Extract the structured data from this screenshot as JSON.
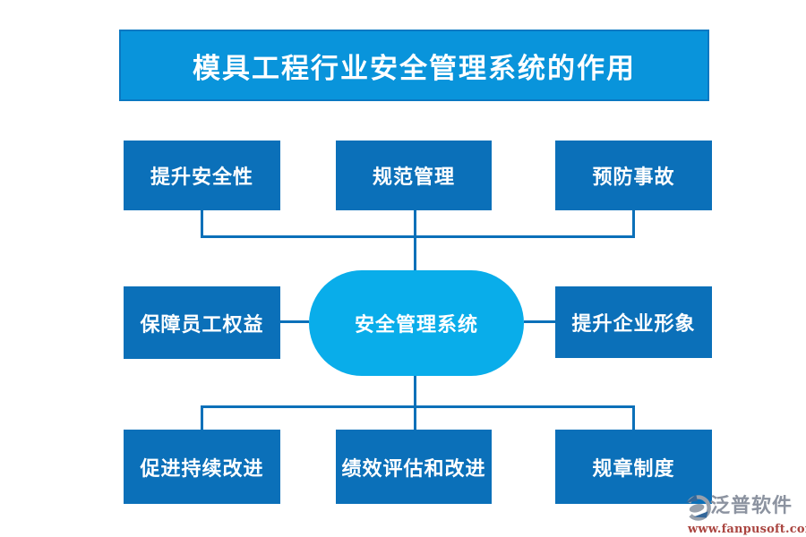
{
  "title": {
    "text": "模具工程行业安全管理系统的作用"
  },
  "diagram": {
    "center": {
      "label": "安全管理系统"
    },
    "top_row": [
      {
        "label": "提升安全性"
      },
      {
        "label": "规范管理"
      },
      {
        "label": "预防事故"
      }
    ],
    "middle_row": [
      {
        "label": "保障员工权益"
      },
      {
        "label": "提升企业形象"
      }
    ],
    "bottom_row": [
      {
        "label": "促进持续改进"
      },
      {
        "label": "绩效评估和改进"
      },
      {
        "label": "规章制度"
      }
    ]
  },
  "watermark": {
    "logo_icon": "fanpu-logo",
    "brand": "泛普软件",
    "url": "www.fanpusoft.com"
  },
  "colors": {
    "title_fill": "#0994DB",
    "title_border": "#0A78C2",
    "box_fill": "#0B70B9",
    "ellipse_fill": "#09ADEA",
    "line_color": "#0B70B9",
    "node_text": "#FFFFFF",
    "watermark_gray": "#8C93A0",
    "watermark_red": "#AA4540"
  }
}
